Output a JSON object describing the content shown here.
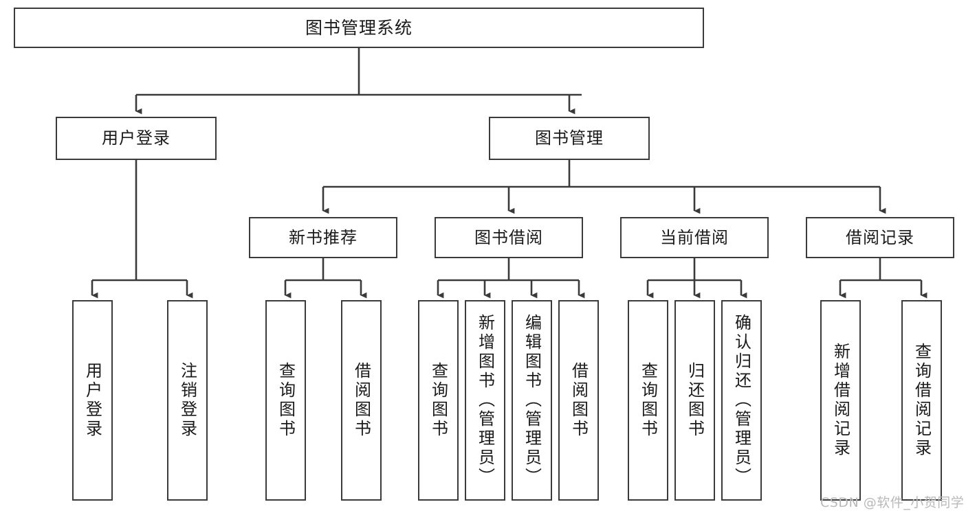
{
  "diagram": {
    "type": "tree",
    "title": "图书管理系统",
    "root": {
      "label": "图书管理系统"
    },
    "level2": [
      {
        "label": "用户登录"
      },
      {
        "label": "图书管理"
      }
    ],
    "level3": [
      {
        "label": "新书推荐"
      },
      {
        "label": "图书借阅"
      },
      {
        "label": "当前借阅"
      },
      {
        "label": "借阅记录"
      }
    ],
    "leaves": {
      "user_login": [
        "用户登录",
        "注销登录"
      ],
      "new_book_recommend": [
        "查询图书",
        "借阅图书"
      ],
      "book_borrow": [
        "查询图书",
        "新增图书（管理员）",
        "编辑图书（管理员）",
        "借阅图书"
      ],
      "current_borrow": [
        "查询图书",
        "归还图书",
        "确认归还（管理员）"
      ],
      "borrow_record": [
        "新增借阅记录",
        "查询借阅记录"
      ]
    },
    "colors": {
      "border": "#3a3a3a",
      "text": "#1a1a1a",
      "background": "#ffffff",
      "watermark": "#b9b9b9"
    }
  },
  "watermark": {
    "text": "CSDN @软件_小贺同学"
  }
}
